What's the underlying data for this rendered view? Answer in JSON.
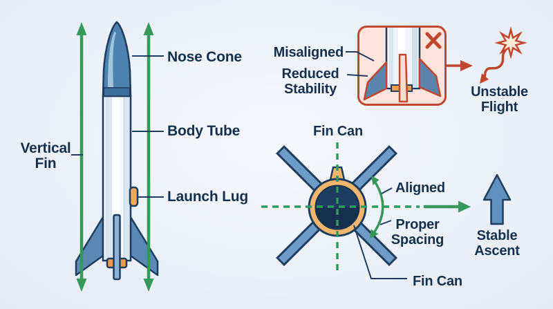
{
  "colors": {
    "background": "#ecf1f8",
    "outline_navy": "#1e3c5f",
    "text_navy": "#14304d",
    "arrow_green": "#34995b",
    "alert_red": "#c0462e",
    "panel_pink": "#fce4dc",
    "orange": "#f2a95c",
    "fin_blue": "#6f9cc7",
    "body_light": "#f2f7fb",
    "burst_cream": "#f8edd7"
  },
  "rocket_parts_diagram": {
    "labels": {
      "nose_cone": "Nose Cone",
      "body_tube": "Body Tube",
      "launch_lug": "Launch Lug",
      "vertical_fin": "Vertical Fin"
    },
    "icons": [
      "vertical-measure-arrow-left",
      "vertical-measure-arrow-right",
      "rocket-side-view"
    ]
  },
  "misalignment_callout": {
    "labels": {
      "misaligned": "Misaligned",
      "reduced_stability": "Reduced Stability",
      "unstable_flight": "Unstable Flight"
    },
    "icons": [
      "x-mark",
      "red-flow-arrow",
      "unstable-squiggle-arrow",
      "explosion-burst"
    ]
  },
  "fin_can_cross_section": {
    "labels": {
      "fin_can_top": "Fin Can",
      "aligned": "Aligned",
      "proper_spacing": "Proper Spacing",
      "fin_can_bottom": "Fin Can",
      "stable_ascent": "Stable Ascent"
    },
    "icons": [
      "crosshair-dashed-lines",
      "alignment-angle-arrow",
      "green-flow-arrow",
      "stable-ascent-arrow"
    ]
  }
}
